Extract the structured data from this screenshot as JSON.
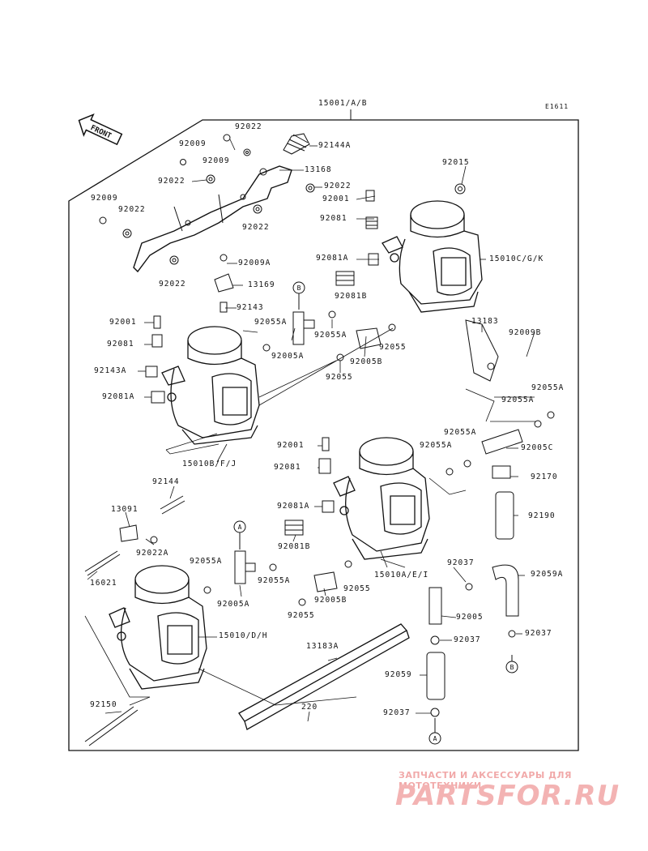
{
  "diagram": {
    "code": "E1611",
    "front_label": "FRONT",
    "assembly_label": "15001/A/B",
    "callouts": {
      "c92022a": "92022",
      "c92009a": "92009",
      "c92009b": "92009",
      "c92144a": "92144A",
      "c13168": "13168",
      "c92022b": "92022",
      "c92022c": "92022",
      "c92009c": "92009",
      "c92022d": "92022",
      "c92022e": "92022",
      "c92022f": "92022",
      "c92015": "92015",
      "c92001a": "92001",
      "c92081a": "92081",
      "c92009a2": "92009A",
      "c13169": "13169",
      "c92081a2": "92081A",
      "c92081b": "92081B",
      "c15010c": "15010C/G/K",
      "c92143": "92143",
      "c92001b": "92001",
      "c92055a1": "92055A",
      "c92055a2": "92055A",
      "c92081c": "92081",
      "c92005a1": "92005A",
      "c92055b": "92055",
      "c13183": "13183",
      "c92009b2": "92009B",
      "c92143a": "92143A",
      "c92005b1": "92005B",
      "c92055c": "92055",
      "c92081a3": "92081A",
      "c92055a3": "92055A",
      "c92055a4": "92055A",
      "c15010b": "15010B/F/J",
      "c92055a5": "92055A",
      "c92001c": "92001",
      "c92055a6": "92055A",
      "c92005c": "92005C",
      "c92081d": "92081",
      "c92170": "92170",
      "c92144": "92144",
      "c92081a4": "92081A",
      "c13091": "13091",
      "c92190": "92190",
      "c92081b2": "92081B",
      "c92022a2": "92022A",
      "c92055a7": "92055A",
      "c92037a": "92037",
      "c15010a": "15010A/E/I",
      "c92059a": "92059A",
      "c16021": "16021",
      "c92005a2": "92005A",
      "c92055a8": "92055A",
      "c92005b2": "92005B",
      "c92055d": "92055",
      "c92005": "92005",
      "c15010d": "15010/D/H",
      "c92055e": "92055",
      "c92037b": "92037",
      "c92037c": "92037",
      "c13183a": "13183A",
      "c92059": "92059",
      "c92150": "92150",
      "c220": "220",
      "c92037d": "92037"
    },
    "markers": {
      "b_top": "B",
      "a_mid": "A",
      "b_bot": "B",
      "a_bot": "A"
    }
  },
  "watermark": {
    "line1": "ЗАПЧАСТИ И АКСЕССУАРЫ ДЛЯ МОТОТЕХНИКИ",
    "line2": "PARTSFOR.RU"
  }
}
